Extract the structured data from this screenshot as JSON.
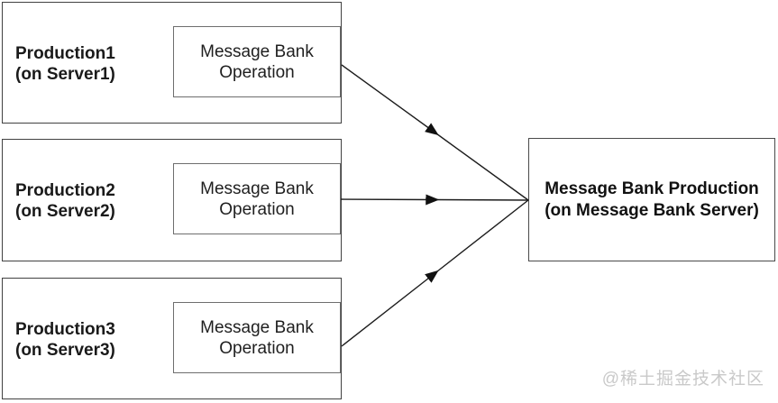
{
  "diagram": {
    "productions": [
      {
        "name": "Production1",
        "location": "(on Server1)",
        "operation_line1": "Message Bank",
        "operation_line2": "Operation"
      },
      {
        "name": "Production2",
        "location": "(on Server2)",
        "operation_line1": "Message Bank",
        "operation_line2": "Operation"
      },
      {
        "name": "Production3",
        "location": "(on Server3)",
        "operation_line1": "Message Bank",
        "operation_line2": "Operation"
      }
    ],
    "target": {
      "name": "Message Bank Production",
      "location": "(on Message Bank Server)"
    },
    "edges": [
      {
        "from": "Message Bank Operation (Production1)",
        "to": "Message Bank Production"
      },
      {
        "from": "Message Bank Operation (Production2)",
        "to": "Message Bank Production"
      },
      {
        "from": "Message Bank Operation (Production3)",
        "to": "Message Bank Production"
      }
    ],
    "colors": {
      "background": "#ffffff",
      "outer_box_border": "#414141",
      "inner_box_border": "#6e6e6e",
      "arrow": "#1c1c1c",
      "text": "#1a1a1a",
      "watermark": "#c9c9c9"
    }
  },
  "watermark": "@稀土掘金技术社区"
}
